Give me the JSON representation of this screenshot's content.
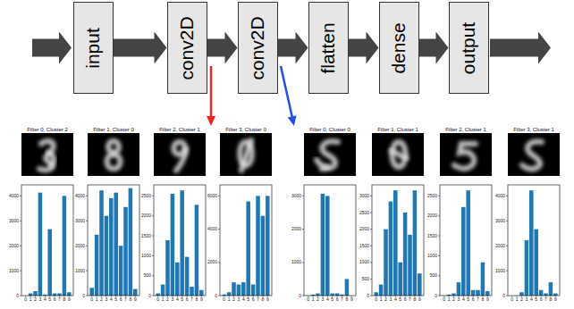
{
  "diagram": {
    "nodes": [
      {
        "text": [
          "input"
        ]
      },
      {
        "text": [
          "conv2D"
        ]
      },
      {
        "text": [
          "conv2D"
        ]
      },
      {
        "text": [
          "flatten"
        ]
      },
      {
        "text": [
          "dense"
        ]
      },
      {
        "text": [
          "output"
        ]
      }
    ],
    "edges": [
      {
        "from": 0,
        "to": 1,
        "arrow": "to"
      },
      {
        "from": 1,
        "to": 2,
        "arrow": "to"
      },
      {
        "from": 2,
        "to": 3,
        "arrow": "to"
      },
      {
        "from": 3,
        "to": 4,
        "arrow": "to"
      },
      {
        "from": 4,
        "to": 5,
        "arrow": "to"
      }
    ],
    "labels": [
      "Filter 0, Cluster 2",
      "Filter 1, Cluster 0",
      "Filter 2, Cluster 1",
      "Filter 3, Cluster 0",
      "Filter 0, Cluster 0",
      "Filter 1, Cluster 1",
      "Filter 2, Cluster 1",
      "Filter 3, Cluster 1",
      "4000",
      "3000",
      "2000",
      "1000",
      "0",
      "0",
      "1",
      "2",
      "3",
      "4",
      "5",
      "6",
      "7",
      "8",
      "9",
      "4000",
      "3000",
      "2000",
      "1000",
      "0",
      "0",
      "1",
      "2",
      "3",
      "4",
      "5",
      "6",
      "7",
      "8",
      "9",
      "2500",
      "2000",
      "1500",
      "1000",
      "500",
      "0",
      "0",
      "1",
      "2",
      "3",
      "4",
      "5",
      "6",
      "7",
      "8",
      "9",
      "6000",
      "4000",
      "2000",
      "0",
      "0",
      "1",
      "2",
      "3",
      "4",
      "5",
      "6",
      "7",
      "8",
      "9",
      "3000",
      "2000",
      "1000",
      "0",
      "0",
      "1",
      "2",
      "3",
      "4",
      "5",
      "6",
      "7",
      "8",
      "9",
      "3000",
      "2500",
      "2000",
      "1500",
      "1000",
      "500",
      "0",
      "0",
      "1",
      "2",
      "3",
      "4",
      "5",
      "6",
      "7",
      "8",
      "9",
      "2500",
      "2000",
      "1500",
      "1000",
      "500",
      "0",
      "0",
      "1",
      "2",
      "3",
      "4",
      "5",
      "6",
      "7",
      "8",
      "9",
      "4000",
      "3000",
      "2000",
      "1000",
      "0",
      "0",
      "1",
      "2",
      "3",
      "4",
      "5",
      "6",
      "7",
      "8",
      "9"
    ]
  }
}
